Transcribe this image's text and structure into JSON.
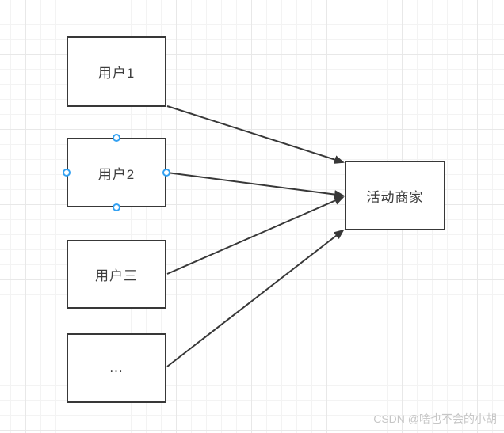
{
  "diagram": {
    "nodes": [
      {
        "id": "user1",
        "label": "用户1"
      },
      {
        "id": "user2",
        "label": "用户2",
        "selected": true
      },
      {
        "id": "user3",
        "label": "用户三"
      },
      {
        "id": "user4",
        "label": "..."
      },
      {
        "id": "merchant",
        "label": "活动商家"
      }
    ],
    "edges": [
      {
        "from": "user1",
        "to": "merchant"
      },
      {
        "from": "user2",
        "to": "merchant"
      },
      {
        "from": "user3",
        "to": "merchant"
      },
      {
        "from": "user4",
        "to": "merchant"
      }
    ]
  },
  "watermark": {
    "text": "CSDN @啥也不会的小胡"
  },
  "colors": {
    "node_border": "#383838",
    "node_fill": "#ffffff",
    "label": "#3d3d3d",
    "edge": "#383838",
    "handle_ring": "#33a1f2",
    "grid_minor": "#f3f3f3",
    "grid_major": "#e8e8e8",
    "watermark": "#c6c6c6"
  }
}
